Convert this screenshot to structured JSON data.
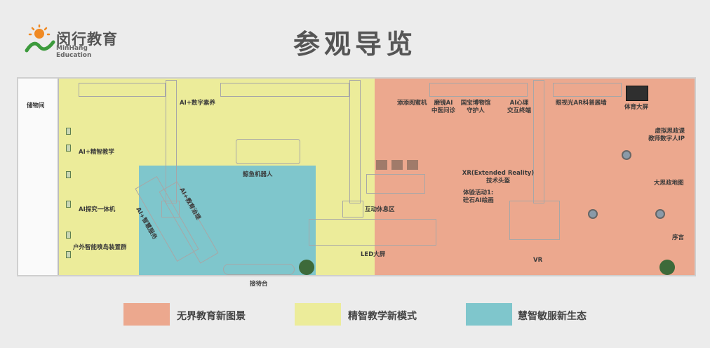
{
  "logo": {
    "cn": "闵行教育",
    "en": "MinHang Education"
  },
  "title": "参观导览",
  "map": {
    "storage": "储物间",
    "areas": {
      "ai_literacy": "AI+数字素养",
      "ai_teaching": "AI+精智教学",
      "ai_inquiry": "AI探究一体机",
      "outdoor": "户外智能嗅岛装置群",
      "ai_edu_gov": "AI+教育治理",
      "ai_smart_service": "AI+智慧服务",
      "robot_fish": "鲸鱼机器人",
      "reception": "接待台",
      "interactive_rest": "互动休息区",
      "led": "LED大屏",
      "tiantian": "添添阅蜜机",
      "ai_tcm_1": "磨镜AI",
      "ai_tcm_2": "中医问诊",
      "museum_1": "国宝博物馆",
      "museum_2": "守护人",
      "ai_psy_1": "AI心理",
      "ai_psy_2": "交互终端",
      "eye_ar": "眼视光AR科普展墙",
      "sports_screen": "体育大屏",
      "virtual_1": "虚拟思政课",
      "virtual_2": "教师数字人IP",
      "xr_1": "XR(Extended Reality)",
      "xr_2": "技术头盔",
      "experience_1": "体验活动1:",
      "experience_2": "砼石AI绘画",
      "big_map": "大思政地图",
      "preface": "序言",
      "vr": "VR"
    }
  },
  "legend": [
    {
      "label": "无界教育新图景",
      "color": "#eca88e"
    },
    {
      "label": "精智教学新模式",
      "color": "#ecec9a"
    },
    {
      "label": "慧智敏服新生态",
      "color": "#7fc6cc"
    }
  ],
  "colors": {
    "red_zone": "#eca88e",
    "yellow_zone": "#ecec9a",
    "blue_zone": "#7fc6cc"
  }
}
